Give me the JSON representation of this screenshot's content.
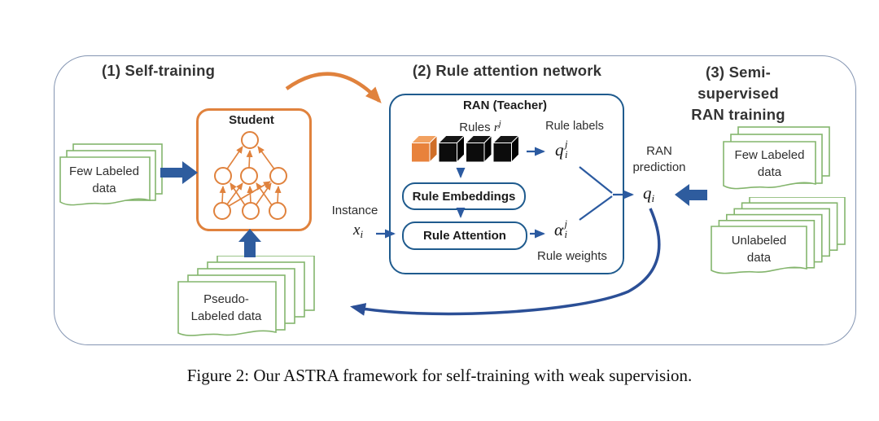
{
  "figure": {
    "caption": "Figure 2: Our ASTRA framework for self-training with weak supervision."
  },
  "sections": {
    "one": "(1) Self-training",
    "two": "(2) Rule attention network",
    "three_line1": "(3) Semi-supervised",
    "three_line2": "RAN training"
  },
  "student": {
    "title": "Student"
  },
  "ran": {
    "title": "RAN (Teacher)",
    "rules_label": "Rules",
    "rule_labels_caption": "Rule labels",
    "rule_weights_caption": "Rule weights",
    "embeddings_label": "Rule Embeddings",
    "attention_label": "Rule Attention"
  },
  "labels": {
    "instance": "Instance",
    "ran_prediction_line1": "RAN",
    "ran_prediction_line2": "prediction"
  },
  "math": {
    "r_base": "r",
    "r_sup": "j",
    "q_base": "q",
    "q_sup": "j",
    "q_sub": "i",
    "alpha_base": "α",
    "alpha_sup": "j",
    "alpha_sub": "i",
    "x_base": "x",
    "x_sub": "i",
    "qi_base": "q",
    "qi_sub": "i"
  },
  "documents": {
    "few_labeled_left": {
      "line1": "Few Labeled",
      "line2": "data",
      "pages": 3
    },
    "few_labeled_right": {
      "line1": "Few Labeled",
      "line2": "data",
      "pages": 3
    },
    "unlabeled": {
      "line1": "Unlabeled",
      "line2": "data",
      "pages": 6
    },
    "pseudo_labeled": {
      "line1": "Pseudo-",
      "line2": "Labeled data",
      "pages": 5
    }
  },
  "colors": {
    "orange": "#e0823d",
    "ran_border_blue": "#1f5b8e",
    "connector_blue": "#2b5aa0",
    "chunky_arrow_blue": "#2e5c9e",
    "feedback_navy": "#2b4f96",
    "doc_green": "#84b56d",
    "outer_border": "#8495b2",
    "cube_black": "#0c0c0c"
  }
}
